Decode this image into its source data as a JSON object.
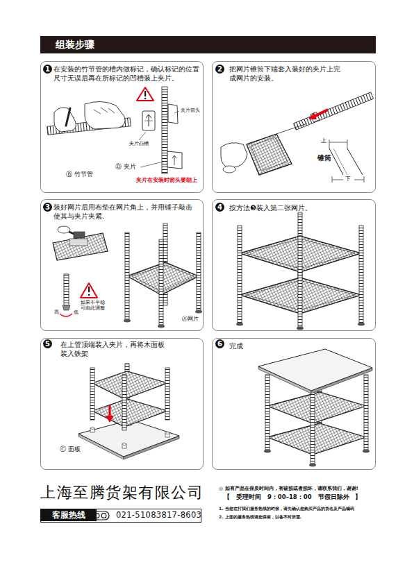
{
  "diagram": {
    "title": "组装步骤",
    "nodes": [
      {
        "text": [
          "在安装的竹节管的槽内做标记，确认标记的位置尺寸无误后再在所标记的凹槽装上夹片。"
        ]
      },
      {
        "text": [
          "把网片锥筒下端套入装好的夹片上完成网片的安装。"
        ]
      },
      {
        "text": [
          "装好网片后用布垫在网片角上，并用锤子敲击使其与夹片夹紧."
        ]
      },
      {
        "text": [
          "按方法❸装入第二张网片。"
        ]
      },
      {
        "text": [
          "在上管顶端装入夹片，再将木面板装入铁架"
        ]
      },
      {
        "text": [
          "完成"
        ]
      },
      {
        "text": [
          "021-51083817-8603"
        ]
      },
      {
        "text": [
          "客服热线"
        ],
        "in": 6
      }
    ],
    "labels": [
      "1",
      "2",
      "3",
      "4",
      "5",
      "6",
      "夹片箭头",
      "夹片凸槽",
      "Ⓑ 竹节管",
      "Ⓓ 夹片",
      "夹片在安装时箭头要朝上",
      "上",
      "锥筒",
      "下",
      "如果不平稳可由此调整",
      "高",
      "低",
      "Ⓐ网片",
      "Ⓒ 面板",
      "上海至腾货架有限公司",
      "◎ 如有产品在保质时间内，有破损或者损坏，请联系我们，谢谢!",
      "【 受理时间 9：00–18：00 节假日除外 】",
      "1. 当您在打我们服务热线的时候，请先确认您购买产品的货名及产品编码",
      "2. 上面的服务热线请您保留，以备不时所需."
    ]
  }
}
